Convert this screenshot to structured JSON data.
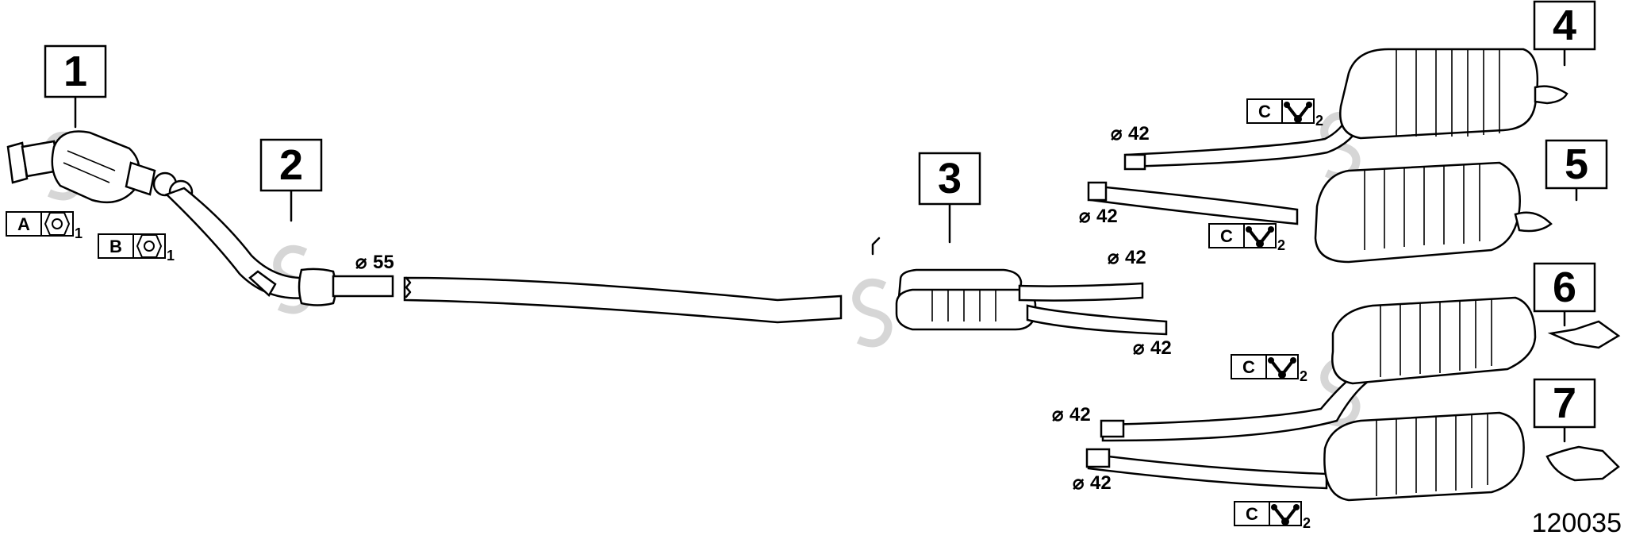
{
  "callouts": [
    {
      "id": "callout-1",
      "label": "1"
    },
    {
      "id": "callout-2",
      "label": "2"
    },
    {
      "id": "callout-3",
      "label": "3"
    },
    {
      "id": "callout-4",
      "label": "4"
    },
    {
      "id": "callout-5",
      "label": "5"
    },
    {
      "id": "callout-6",
      "label": "6"
    },
    {
      "id": "callout-7",
      "label": "7"
    }
  ],
  "diameters": {
    "d55": "55",
    "d42_3a": "42",
    "d42_3b": "42",
    "d42_4": "42",
    "d42_5": "42",
    "d42_6": "42",
    "d42_7": "42"
  },
  "diameter_symbol": "⌀",
  "part_codes": {
    "A": {
      "letter": "A",
      "qty": "1",
      "icon": "gasket-icon"
    },
    "B": {
      "letter": "B",
      "qty": "1",
      "icon": "gasket-icon"
    },
    "C4": {
      "letter": "C",
      "qty": "2",
      "icon": "hanger-icon"
    },
    "C5": {
      "letter": "C",
      "qty": "2",
      "icon": "hanger-icon"
    },
    "C6": {
      "letter": "C",
      "qty": "2",
      "icon": "hanger-icon"
    },
    "C7": {
      "letter": "C",
      "qty": "2",
      "icon": "hanger-icon"
    }
  },
  "reference_number": "120035"
}
